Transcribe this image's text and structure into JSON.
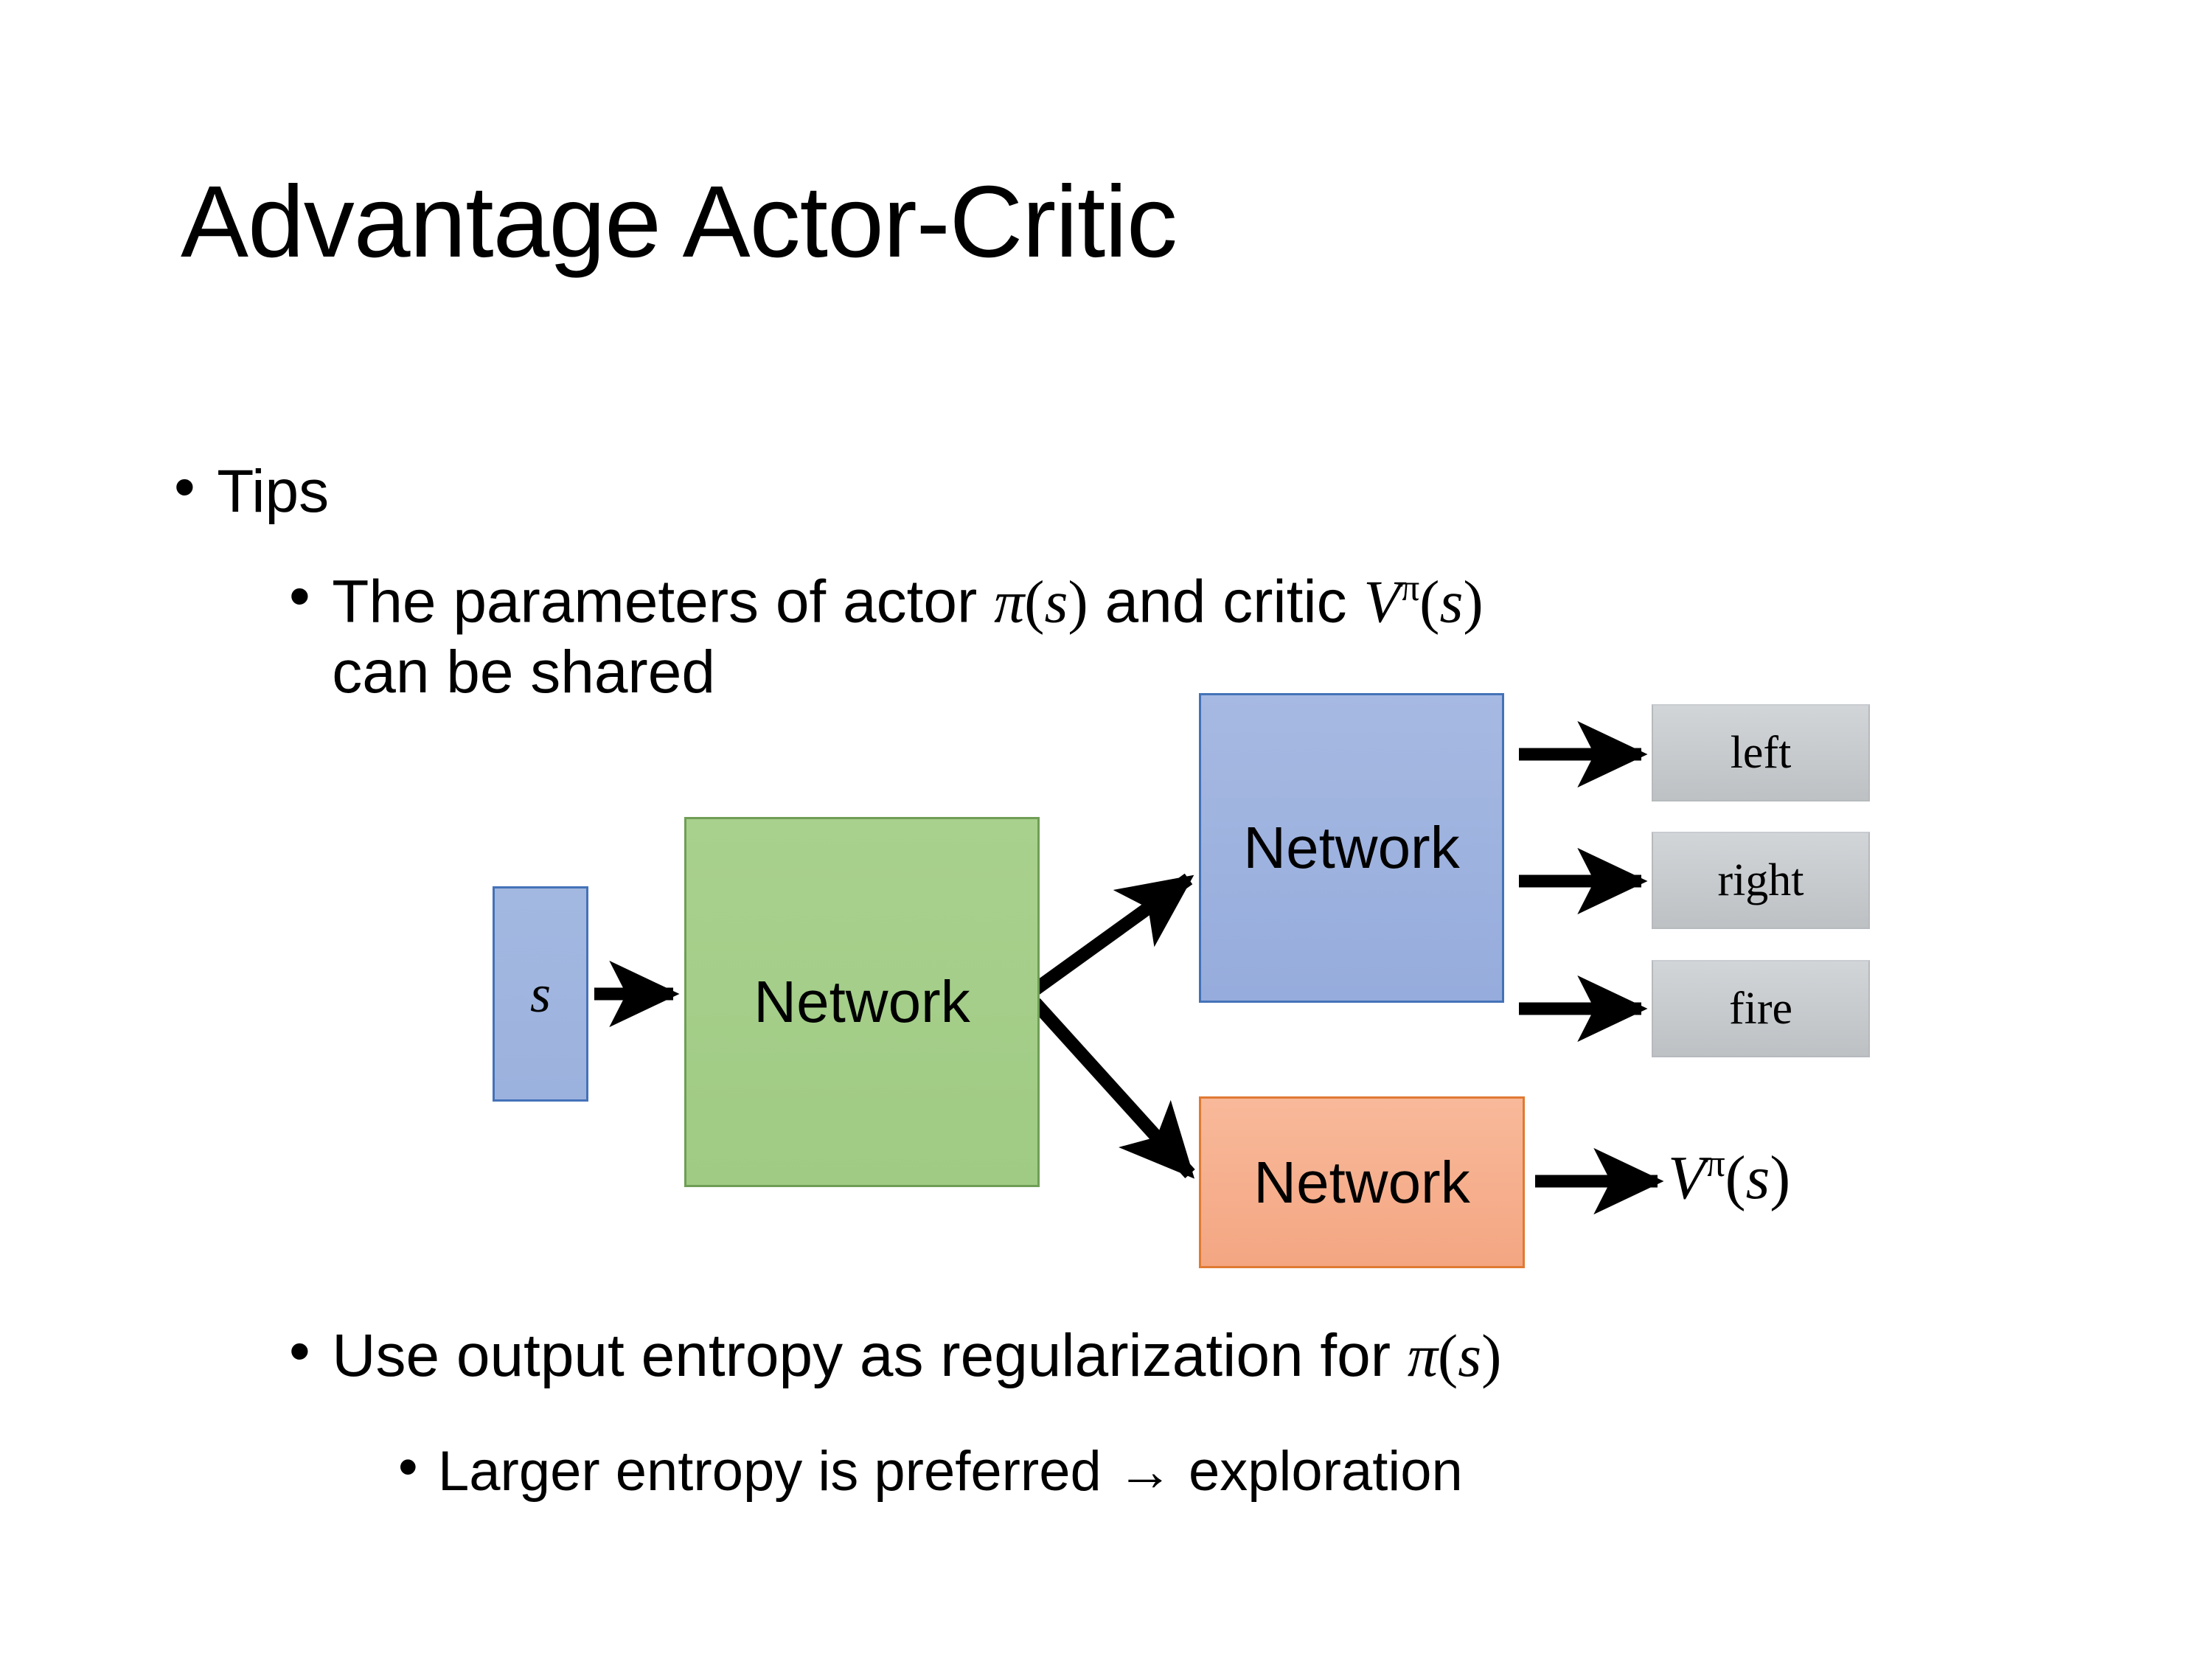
{
  "slide": {
    "title": "Advantage Actor-Critic",
    "background_color": "#ffffff"
  },
  "bullets": {
    "tips": {
      "marker": "•",
      "text": "Tips"
    },
    "shared_params": {
      "marker": "•",
      "line1_prefix": "The parameters of actor ",
      "pi": "π",
      "paren_open": "(",
      "s": "s",
      "paren_close": ")",
      "line1_middle": "  and critic ",
      "V": "V",
      "pi_sup": "π",
      "line2": "can be shared"
    },
    "entropy": {
      "marker": "•",
      "text_prefix": "Use output entropy as regularization for ",
      "pi": "π",
      "paren_open": "(",
      "s": "s",
      "paren_close": ")"
    },
    "larger_entropy": {
      "marker": "•",
      "text": "Larger entropy is preferred → exploration"
    }
  },
  "diagram": {
    "state_box": {
      "label": "s",
      "fill": "#a3b8e0",
      "border": "#4472b8"
    },
    "shared_network": {
      "label": "Network",
      "fill": "#a9d18e",
      "border": "#6f9e56"
    },
    "actor_network": {
      "label": "Network",
      "fill": "#a6b9e2",
      "border": "#4472b8"
    },
    "critic_network": {
      "label": "Network",
      "fill": "#f8b99a",
      "border": "#e07a33"
    },
    "actions": [
      {
        "label": "left",
        "fill": "#c9cdd1"
      },
      {
        "label": "right",
        "fill": "#c9cdd1"
      },
      {
        "label": "fire",
        "fill": "#c9cdd1"
      }
    ],
    "value_output": {
      "V": "V",
      "pi_sup": "π",
      "paren_open": "(",
      "s": "s",
      "paren_close": ")"
    },
    "arrow_color": "#000000"
  }
}
